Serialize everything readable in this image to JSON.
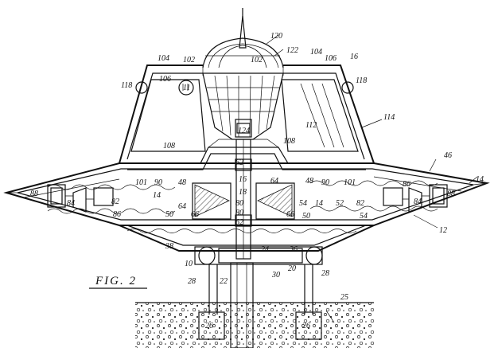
{
  "figure_label": "FIG. 2",
  "callouts": {
    "c120": "120",
    "c122": "122",
    "c102a": "102",
    "c102b": "102",
    "c104a": "104",
    "c104b": "104",
    "c106a": "106",
    "c106b": "106",
    "c16": "16",
    "c118a": "118",
    "c118b": "118",
    "c11": "11",
    "c112": "112",
    "c114": "114",
    "c124": "124",
    "c108a": "108",
    "c108b": "108",
    "c46": "46",
    "c14a": "14",
    "c14b": "14",
    "c14c": "14",
    "c62a": "62",
    "c62b": "62",
    "c18": "18",
    "c16b": "16",
    "c88a": "88",
    "c88b": "88",
    "c84a": "84",
    "c84b": "84",
    "c86a": "86",
    "c86b": "86",
    "c82a": "82",
    "c82b": "82",
    "c101a": "101",
    "c101b": "101",
    "c90a": "90",
    "c90b": "90",
    "c48a": "48",
    "c48b": "48",
    "c64a": "64",
    "c64b": "64",
    "c66a": "66",
    "c66b": "66",
    "c80a": "80",
    "c80b": "80",
    "c50a": "50",
    "c50b": "50",
    "c52": "52",
    "c54a": "54",
    "c54b": "54",
    "c12": "12",
    "c38": "38",
    "c10": "10",
    "c24": "24",
    "c36": "36",
    "c30": "30",
    "c20": "20",
    "c28a": "28",
    "c28b": "28",
    "c22": "22",
    "c25": "25",
    "c26a": "26",
    "c26b": "26"
  }
}
